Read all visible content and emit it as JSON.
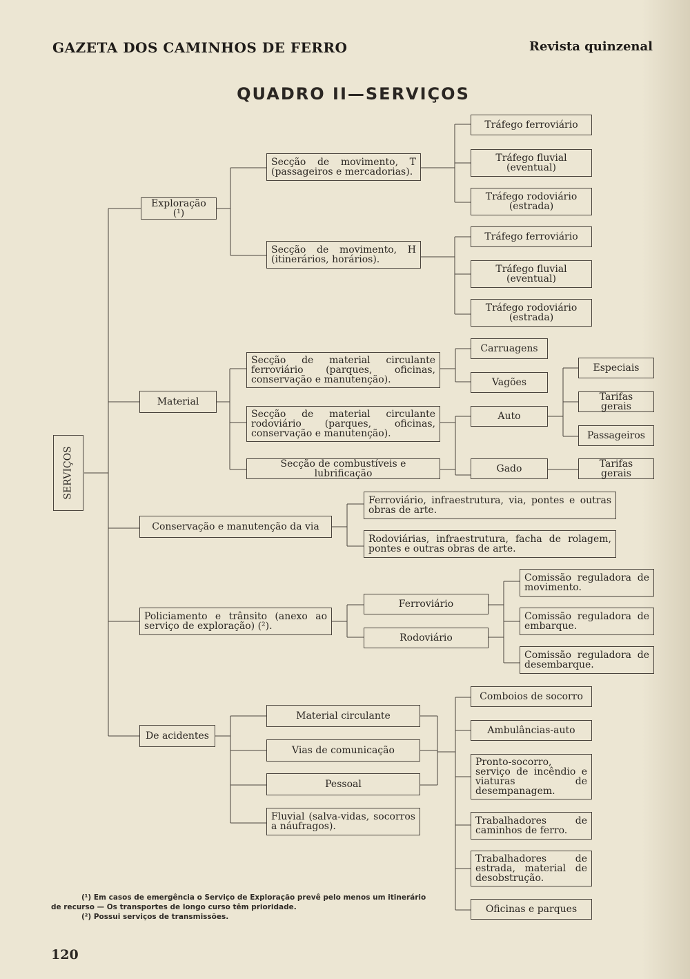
{
  "header": {
    "journal": "GAZETA DOS CAMINHOS DE FERRO",
    "subtitle": "Revista quinzenal"
  },
  "chart": {
    "title": "QUADRO II—SERVIÇOS",
    "root": "SERVIÇOS",
    "exploracao": {
      "label": "Exploração (¹)",
      "seccao_t": "Secção de movimento, T (passageiros e mercadorias).",
      "seccao_h": "Secção de movimento, H (itinerários, horários).",
      "t_items": [
        "Tráfego ferroviário",
        "Tráfego fluvial (eventual)",
        "Tráfego rodoviário (estrada)"
      ],
      "h_items": [
        "Tráfego ferroviário",
        "Tráfego fluvial (eventual)",
        "Tráfego rodoviário (estrada)"
      ]
    },
    "material": {
      "label": "Material",
      "ferro": "Secção de material circulante ferroviário (parques, oficinas, conservação e manutenção).",
      "rodo": "Secção de material circulante rodoviário (parques, oficinas, conservação e manutenção).",
      "combustiveis": "Secção de combustíveis e lubrificação",
      "carruagens": "Carruagens",
      "vagoes": "Vagões",
      "auto": "Auto",
      "gado": "Gado",
      "especiais": "Especiais",
      "tarifas_gerais_1": "Tarifas gerais",
      "passageiros": "Passageiros",
      "tarifas_gerais_2": "Tarifas gerais"
    },
    "conservacao": {
      "label": "Conservação e manutenção da via",
      "ferro": "Ferroviário, infraestrutura, via, pontes e outras obras de arte.",
      "rodo": "Rodoviárias, infraestrutura, facha de rolagem, pontes e outras obras de arte."
    },
    "policiamento": {
      "label": "Policiamento e trânsito (anexo ao serviço de exploração) (²).",
      "ferro": "Ferroviário",
      "rodo": "Rodoviário",
      "c1": "Comissão reguladora de movimento.",
      "c2": "Comissão reguladora de embarque.",
      "c3": "Comissão reguladora de desembarque."
    },
    "acidentes": {
      "label": "De acidentes",
      "left": [
        "Material circulante",
        "Vias de comunicação",
        "Pessoal",
        "Fluvial (salva-vidas, socorros a náufragos)."
      ],
      "right": [
        "Comboios de socorro",
        "Ambulâncias-auto",
        "Pronto-socorro, serviço de incêndio e viaturas de desempanagem.",
        "Trabalhadores de caminhos de ferro.",
        "Trabalhadores de estrada, material de desobstrução.",
        "Oficinas e parques"
      ]
    }
  },
  "footnotes": {
    "fn1": "(¹) Em casos de emergência o Serviço de Exploração prevê pelo menos um itinerário de recurso — Os transportes de longo curso têm prioridade.",
    "fn2": "(²) Possui serviços de transmissões."
  },
  "page_number": "120"
}
